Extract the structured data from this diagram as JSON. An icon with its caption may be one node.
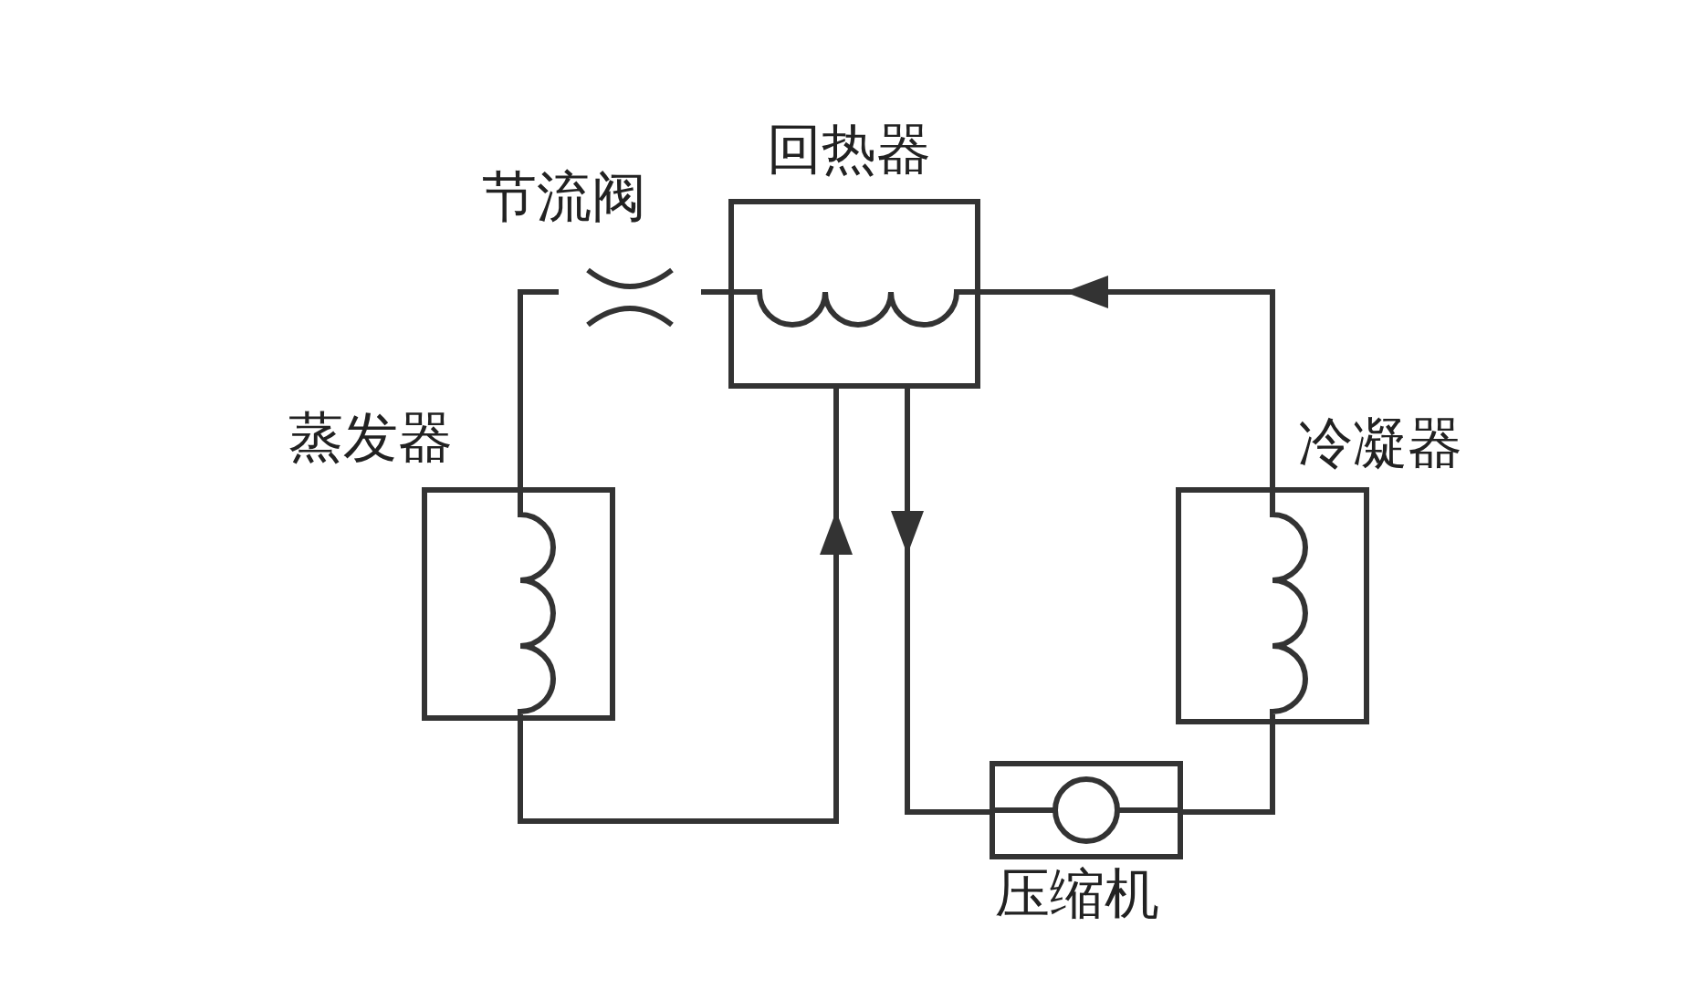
{
  "diagram": {
    "nodes": [
      {
        "text": [
          "回热器"
        ]
      },
      {
        "text": [
          "节流阀"
        ]
      },
      {
        "text": [
          "蒸发器"
        ]
      },
      {
        "text": [
          "冷凝器"
        ]
      },
      {
        "text": [
          "压缩机"
        ]
      }
    ],
    "edges": [
      {
        "from": 4,
        "to": 3,
        "arrow": "none"
      },
      {
        "from": 3,
        "to": 0,
        "arrow": "to"
      },
      {
        "from": 0,
        "to": 1,
        "arrow": "none"
      },
      {
        "from": 1,
        "to": 2,
        "arrow": "none"
      },
      {
        "from": 2,
        "to": 0,
        "arrow": "to"
      },
      {
        "from": 0,
        "to": 4,
        "arrow": "to"
      }
    ]
  }
}
